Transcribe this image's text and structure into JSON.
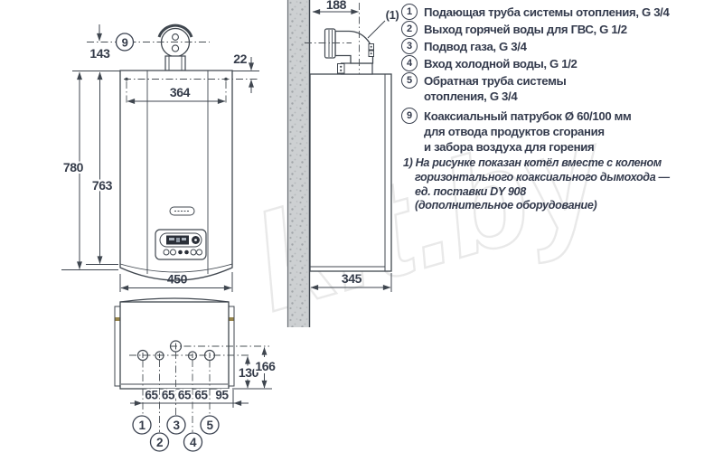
{
  "watermark": {
    "text": "kit.by"
  },
  "colors": {
    "line": "#40474f",
    "text": "#353c4a",
    "wall_fill": "#cdd0d2",
    "display": "#2a2f38",
    "tab_mark": "#97854b"
  },
  "dims": {
    "flue_to_top": "143",
    "hole_offset": "22",
    "hole_span": "364",
    "height_total": "780",
    "height_body": "763",
    "width_front": "450",
    "flue_axis_to_wall": "188",
    "depth": "345",
    "gas_conn_height": "166",
    "conn_height": "130",
    "spacings": [
      "65",
      "65",
      "65",
      "65",
      "95"
    ]
  },
  "callouts": {
    "flue": "9",
    "flue_note": "(1)",
    "connections": [
      "1",
      "2",
      "3",
      "4",
      "5"
    ]
  },
  "legend": {
    "items": [
      {
        "num": "1",
        "lines": [
          "Подающая труба системы отопления, G 3/4"
        ]
      },
      {
        "num": "2",
        "lines": [
          "Выход горячей воды для ГВС, G 1/2"
        ]
      },
      {
        "num": "3",
        "lines": [
          "Подвод газа, G 3/4"
        ]
      },
      {
        "num": "4",
        "lines": [
          "Вход холодной воды, G 1/2"
        ]
      },
      {
        "num": "5",
        "lines": [
          "Обратная труба системы",
          "отопления, G 3/4"
        ]
      },
      {
        "num": "9",
        "lines": [
          "Коаксиальный патрубок Ø 60/100 мм",
          "для отвода продуктов сгорания",
          "и забора воздуха для горения"
        ]
      }
    ],
    "footnote": {
      "lines": [
        "1) На рисунке показан котёл вместе с коленом",
        "горизонтального коаксиального дымохода —",
        "ед. поставки DY 908",
        "(дополнительное оборудование)"
      ]
    }
  }
}
